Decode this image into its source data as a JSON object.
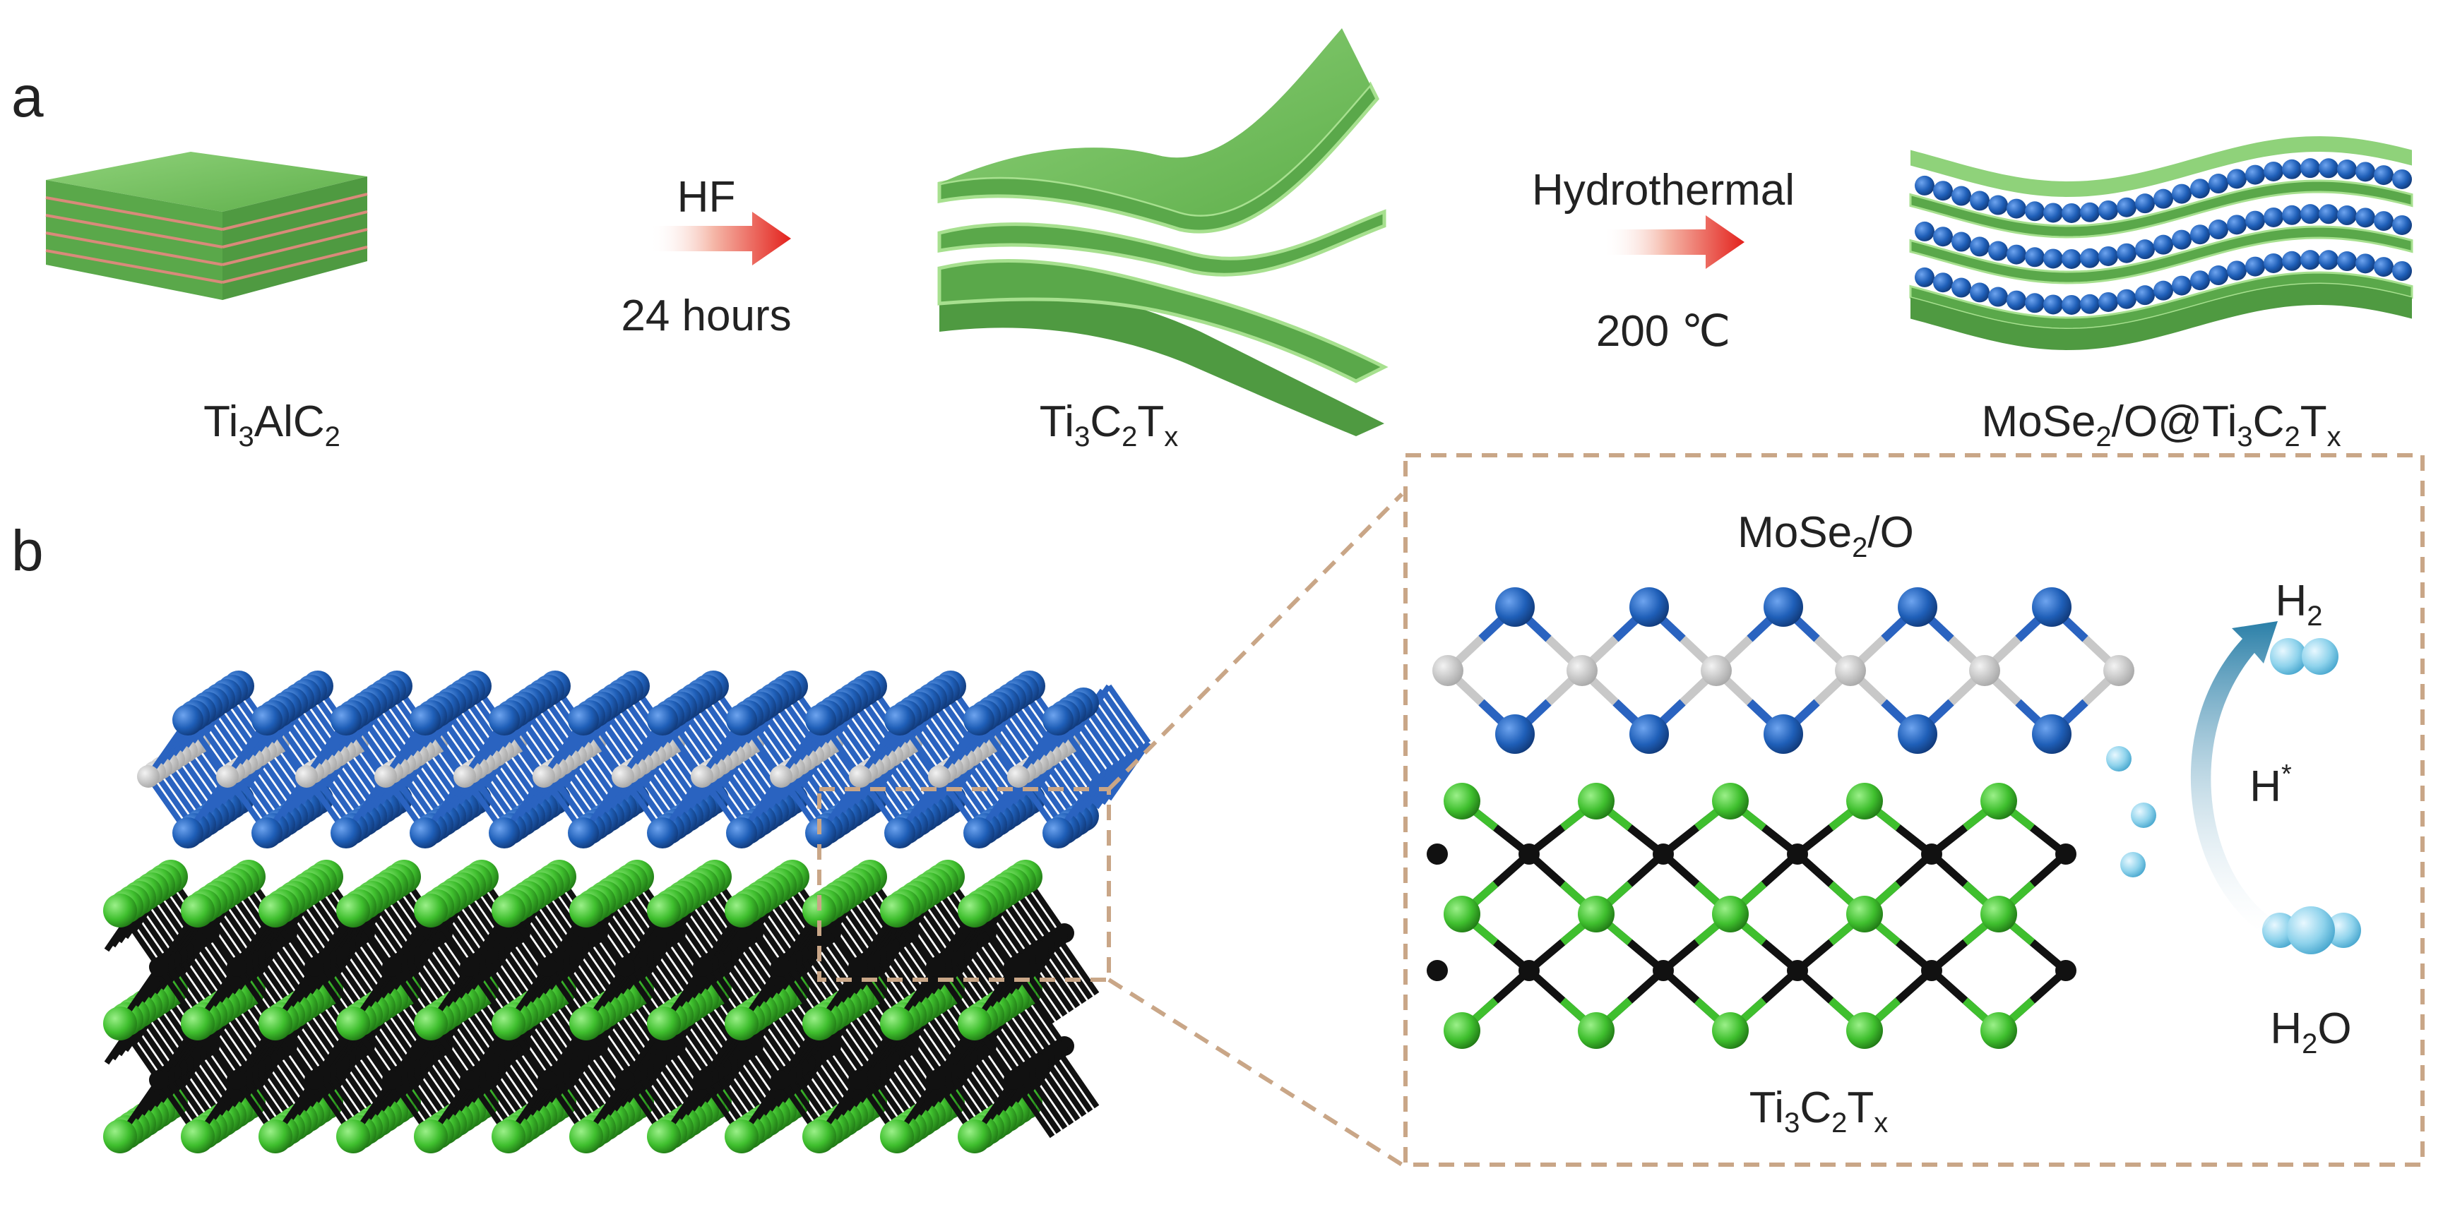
{
  "panel_a": {
    "label": "a",
    "step1": {
      "name_parts": [
        "Ti",
        "3",
        "AlC",
        "2"
      ]
    },
    "arrow1": {
      "top": "HF",
      "bottom": "24 hours"
    },
    "step2": {
      "name_parts": [
        "Ti",
        "3",
        "C",
        "2",
        "T",
        "x"
      ]
    },
    "arrow2": {
      "top": "Hydrothermal",
      "bottom": "200 ℃"
    },
    "step3": {
      "name_parts": [
        "MoSe",
        "2",
        "/O@Ti",
        "3",
        "C",
        "2",
        "T",
        "x"
      ]
    }
  },
  "panel_b": {
    "label": "b",
    "inset_top_parts": [
      "MoSe",
      "2",
      "/O"
    ],
    "inset_bottom_parts": [
      "Ti",
      "3",
      "C",
      "2",
      "T",
      "x"
    ],
    "h2_parts": [
      "H",
      "2"
    ],
    "h_star_parts": [
      "H",
      "*"
    ],
    "h2o_parts": [
      "H",
      "2",
      "O"
    ]
  },
  "colors": {
    "mxene_green": "#6fbe5a",
    "mxene_dark": "#3f8a37",
    "mose_blue": "#1f5fb8",
    "mo_gray": "#c8c8c8",
    "ti_green": "#3fbf2e",
    "carbon_black": "#111111",
    "arrow_red": "#e3211c",
    "zoom_box": "#c9a687",
    "water_blue": "#8fd3ec"
  }
}
